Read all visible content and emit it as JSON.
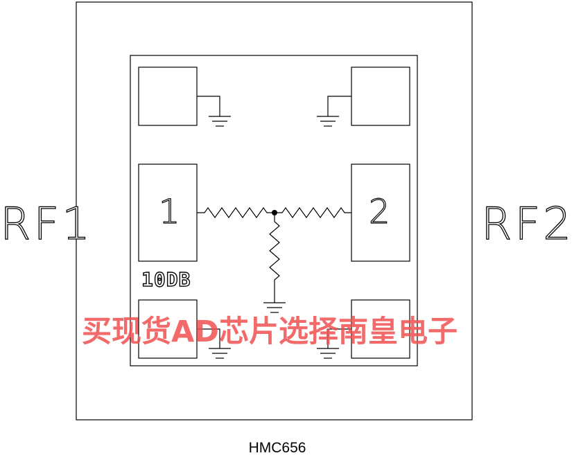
{
  "diagram": {
    "port_left": "RF1",
    "port_right": "RF2",
    "pad_1": "1",
    "pad_2": "2",
    "attenuation": "10DB",
    "part_number": "HMC656"
  },
  "watermark": "买现货AD芯片选择南皇电子",
  "colors": {
    "line": "#000000",
    "background": "#ffffff",
    "watermark": "#f05050"
  }
}
